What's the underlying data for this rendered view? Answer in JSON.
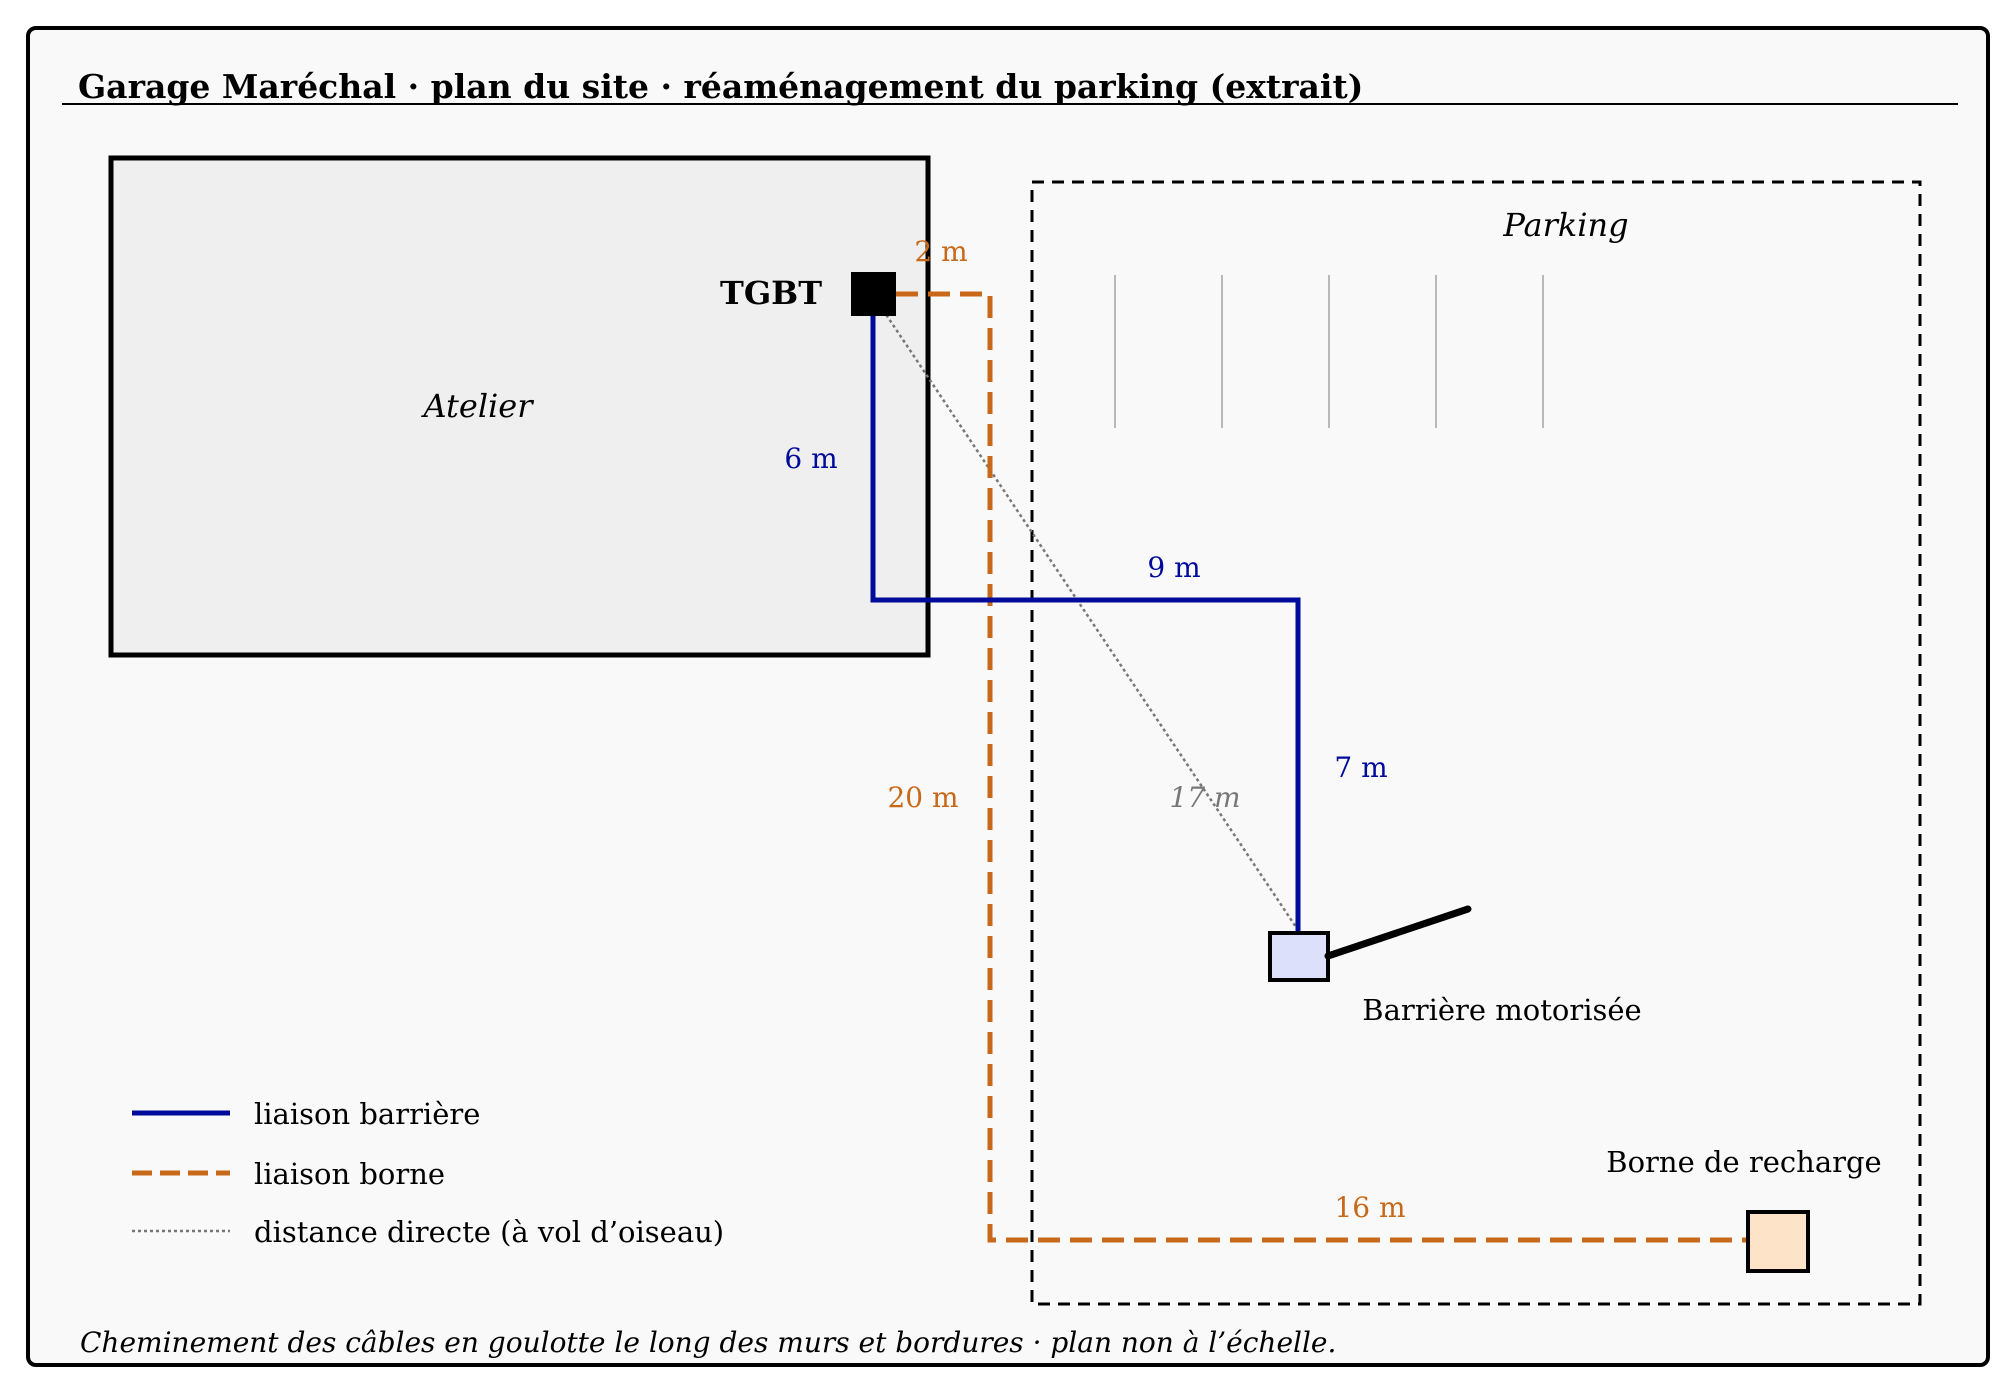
{
  "title": "Garage Maréchal · plan du site · réaménagement du parking (extrait)",
  "footnote": "Cheminement des câbles en goulotte le long des murs et bordures · plan non à l’échelle.",
  "zones": {
    "atelier": "Atelier",
    "parking": "Parking"
  },
  "equipment": {
    "tgbt": "TGBT",
    "barrier": "Barrière motorisée",
    "charger": "Borne de recharge"
  },
  "dimensions": {
    "borne_segment_1": "2 m",
    "borne_segment_2": "20 m",
    "borne_segment_3": "16 m",
    "barrier_segment_1": "6 m",
    "barrier_segment_2": "9 m",
    "barrier_segment_3": "7 m",
    "direct": "17 m"
  },
  "legend": {
    "barrier_link": "liaison barrière",
    "charger_link": "liaison borne",
    "direct_distance": "distance directe (à vol d’oiseau)"
  },
  "colors": {
    "barrier_link": "#000a9b",
    "charger_link": "#c8691a",
    "direct": "#777777",
    "frame_bg": "#f9f9f9",
    "atelier_fill": "#efefef",
    "barrier_fill": "#dde0fb",
    "charger_fill": "#fde3c8"
  }
}
